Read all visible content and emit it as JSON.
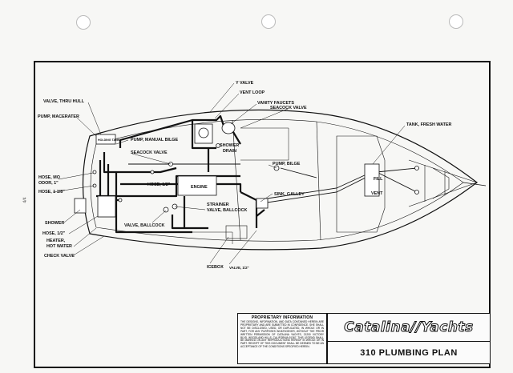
{
  "labels": {
    "y_valve": "Y VALVE",
    "vent_loop": "VENT LOOP",
    "vanity_faucets": "VANITY FAUCETS",
    "seacock_valve_top": "SEACOCK VALVE",
    "valve_thru_hull": "VALVE, THRU HULL",
    "pump_macerater": "PUMP, MACERATER",
    "holding_tank": "HOLDING TANK",
    "pump_manual_bilge": "PUMP, MANUAL BILGE",
    "seacock_valve": "SEACOCK VALVE",
    "shower_drain_1": "SHOWER",
    "shower_drain_2": "DRAIN",
    "tank_fresh_water": "TANK, FRESH WATER",
    "pump_bilge": "PUMP, BILGE",
    "hose_mo_odor_1": "HOSE, MO",
    "hose_mo_odor_2": "ODOR, 1\"",
    "hose_1_1_8": "HOSE, 1 1/8\"",
    "hose_1_2_engine": "HOSE, 1/2\"",
    "engine": "ENGINE",
    "sink_galley": "SINK, GALLEY",
    "fill": "FILL",
    "vent": "VENT",
    "strainer_1": "STRAINER",
    "strainer_2": "VALVE, BALLCOCK",
    "shower": "SHOWER",
    "hose_1_2": "HOSE, 1/2\"",
    "valve_ballcock": "VALVE, BALLCOCK",
    "heater_1": "HEATER,",
    "heater_2": "HOT WATER",
    "check_valve": "CHECK VALVE",
    "icebox": "ICEBOX",
    "valve_1_2": "VALVE, 1/2\"",
    "side_mark": "4/4"
  },
  "proprietary": {
    "title": "PROPRIETARY INFORMATION",
    "body": "THE DESIGNS, INFORMATION, AND DATA CONTAINED HEREIN ARE PROPRIETARY AND ARE SUBMITTED IN CONFIDENCE. SHE SHALL NOT BE DISCLOSED, USED, OR DUPLICATED, IN WHOLE OR IN PART, FOR ANY PURPOSES WHATSOEVER, WITHOUT THE PRIOR WRITTEN PERMISSION OF CATALINA YACHTS, 21200 VICTORY BLVD, WOODLAND HILLS, CALIFORNIA 91367. THIS LEGEND SHALL BE MARKED ON ANY REPRODUCTIONS HEREOF IN WHOLE OR IN PART. RECEIPT OF THIS DOCUMENT SHALL BE DEEMED TO BE AN ACCEPTANCE OF THE CONDITIONS SPECIFIED HEREIN."
  },
  "logo": "Catalina//Yachts",
  "plan_title": "310 PLUMBING PLAN"
}
